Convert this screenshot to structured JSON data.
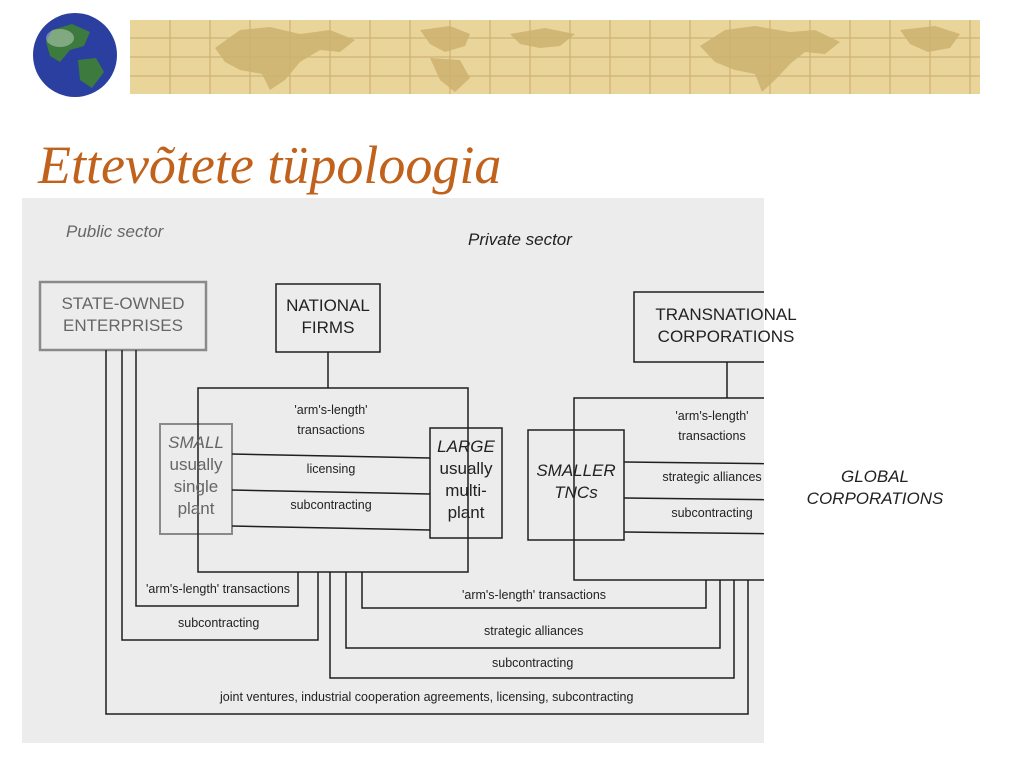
{
  "slide": {
    "title": "Ettevõtete tüpoloogia"
  },
  "colors": {
    "title": "#c0621b",
    "banner_bg": "#e9d49a",
    "banner_grid": "#c9ad6a",
    "globe_ocean": "#2a3f9f",
    "globe_land": "#3c7a3e",
    "figure_bg": "#ececec",
    "line": "#1f1f1f",
    "grey_box": "#8a8a8a"
  },
  "diagram": {
    "sectors": {
      "public": "Public sector",
      "private": "Private sector"
    },
    "nodes": {
      "soe": {
        "line1": "STATE-OWNED",
        "line2": "ENTERPRISES"
      },
      "national": {
        "line1": "NATIONAL",
        "line2": "FIRMS"
      },
      "tnc": {
        "line1": "TRANSNATIONAL",
        "line2": "CORPORATIONS"
      },
      "small": {
        "line1": "SMALL",
        "line2": "usually",
        "line3": "single",
        "line4": "plant"
      },
      "large": {
        "line1": "LARGE",
        "line2": "usually",
        "line3": "multi-",
        "line4": "plant"
      },
      "smaller_tncs": {
        "line1": "SMALLER",
        "line2": "TNCs"
      },
      "global": {
        "line1": "GLOBAL",
        "line2": "CORPORATIONS"
      }
    },
    "national_links": {
      "arms_line1": "'arm's-length'",
      "arms_line2": "transactions",
      "licensing": "licensing",
      "subcontracting": "subcontracting"
    },
    "tnc_links": {
      "arms_line1": "'arm's-length'",
      "arms_line2": "transactions",
      "alliances": "strategic alliances",
      "subcontracting": "subcontracting"
    },
    "public_links": {
      "arms": "'arm's-length' transactions",
      "subcontracting": "subcontracting"
    },
    "cross_links": {
      "arms": "'arm's-length' transactions",
      "alliances": "strategic alliances",
      "subcontracting": "subcontracting",
      "joint": "joint ventures, industrial cooperation agreements, licensing, subcontracting"
    }
  }
}
